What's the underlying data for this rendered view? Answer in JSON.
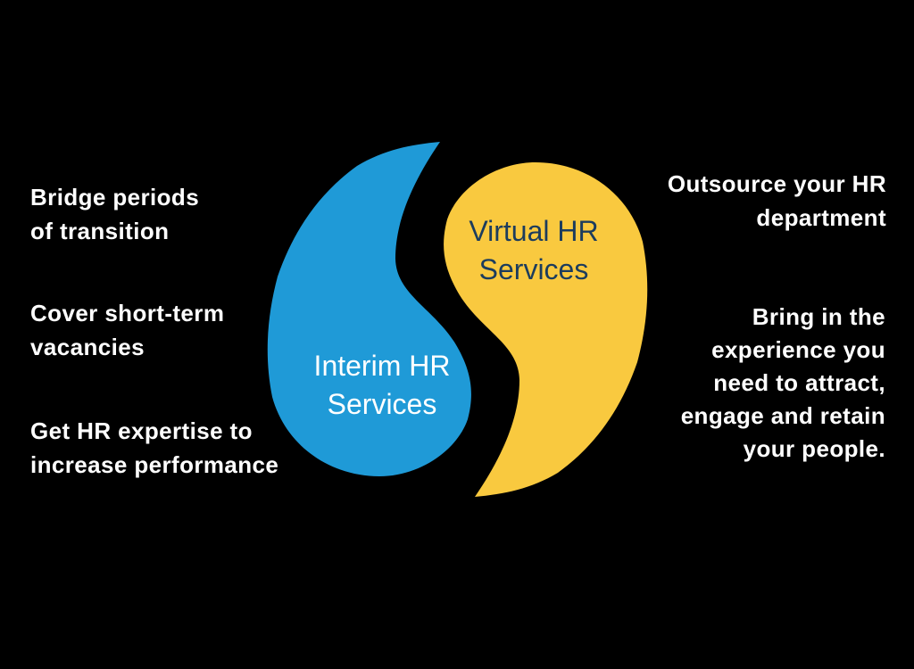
{
  "colors": {
    "background": "#000000",
    "blue": "#1F9AD7",
    "yellow": "#F9C93F",
    "navy": "#1C3C5D",
    "white": "#FFFFFF"
  },
  "diagram": {
    "shapes": {
      "interim": {
        "label": "Interim HR\nServices",
        "color": "#1F9AD7"
      },
      "virtual": {
        "label": "Virtual HR\nServices",
        "color": "#F9C93F"
      }
    },
    "left_annotations": [
      {
        "text": "Bridge periods\nof transition"
      },
      {
        "text": "Cover short-term\nvacancies"
      },
      {
        "text": "Get HR expertise to\nincrease  performance"
      }
    ],
    "right_annotations": [
      {
        "text": "Outsource your HR\ndepartment"
      },
      {
        "text": "Bring in the\nexperience you\nneed to attract,\nengage and retain\nyour people."
      }
    ]
  }
}
